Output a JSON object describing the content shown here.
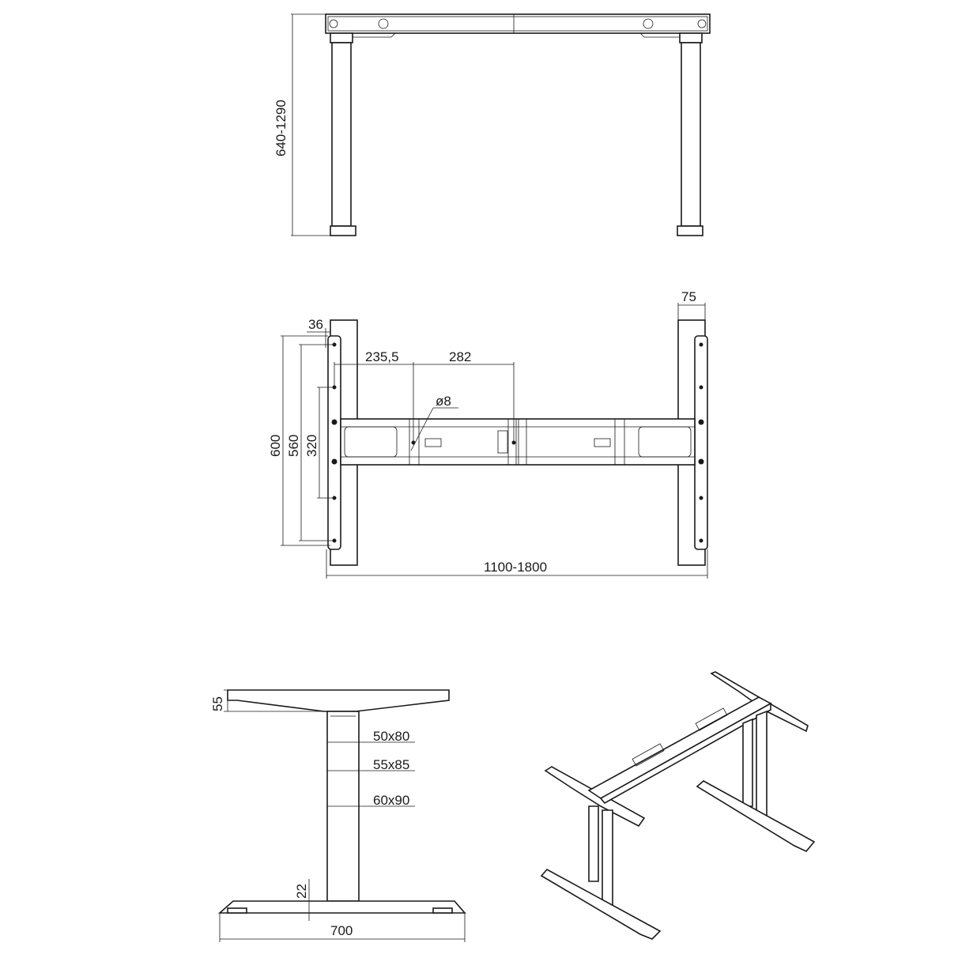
{
  "front_view": {
    "height_range": "640-1290"
  },
  "top_view": {
    "leg_depth": "75",
    "edge_offset": "36",
    "hole_spacing_a": "235,5",
    "hole_spacing_b": "282",
    "hole_diameter": "ø8",
    "depth_600": "600",
    "depth_560": "560",
    "depth_320": "320",
    "width_range": "1100-1800"
  },
  "side_view": {
    "top_height": "55",
    "section_1": "50x80",
    "section_2": "55x85",
    "section_3": "60x90",
    "foot_height": "22",
    "foot_length": "700"
  }
}
